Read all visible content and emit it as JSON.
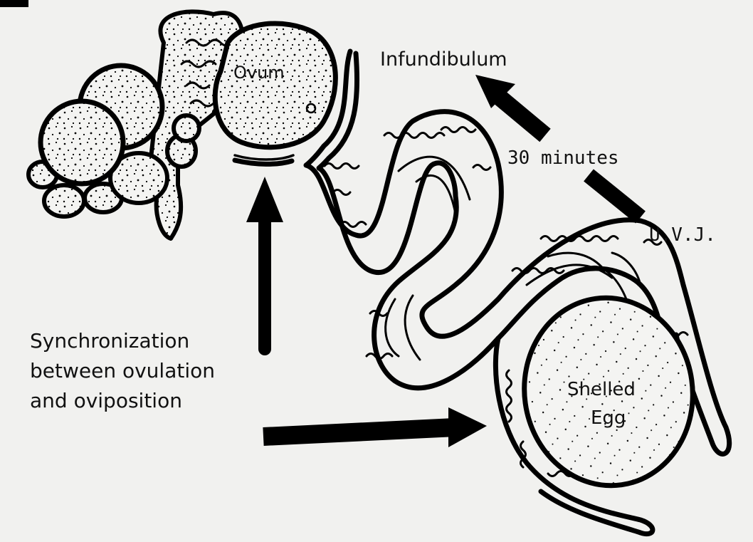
{
  "labels": {
    "ovum": "Ovum",
    "infundibulum": "Infundibulum",
    "interval": "30 minutes",
    "uvj": "U.V.J.",
    "synchronization_line1": "Synchronization",
    "synchronization_line2": "between ovulation",
    "synchronization_line3": "and oviposition",
    "shelled_line1": "Shelled",
    "shelled_line2": "Egg"
  },
  "colors": {
    "background": "#f1f1ef",
    "ink": "#000000"
  }
}
